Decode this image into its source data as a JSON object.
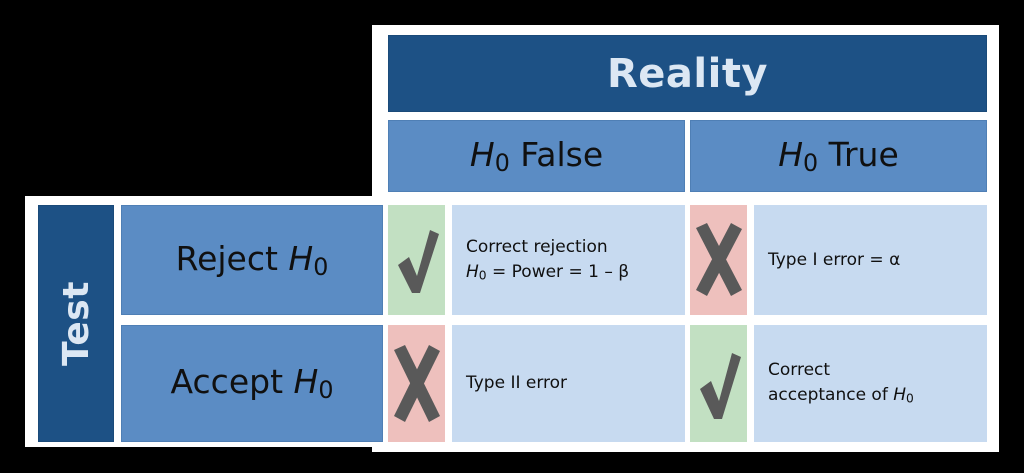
{
  "figure": {
    "title": "Hypothesis testing outcomes matrix",
    "colors": {
      "background": "#000000",
      "card": "#ffffff",
      "header_dark_blue": "#1d5185",
      "header_medium_blue": "#5b8cc4",
      "cell_light_blue": "#c7daf0",
      "swatch_green": "#c2e0c2",
      "swatch_red": "#eec0bd",
      "icon_gray": "#595959",
      "header_text": "#dce7f3",
      "body_text": "#101010"
    }
  },
  "reality": {
    "header_label": "Reality",
    "columns": [
      {
        "id": "h0-false",
        "label_prefix": "H",
        "label_sub": "0",
        "label_suffix": " False",
        "label_plain": "H0 False"
      },
      {
        "id": "h0-true",
        "label_prefix": "H",
        "label_sub": "0",
        "label_suffix": " True",
        "label_plain": "H0 True"
      }
    ]
  },
  "test": {
    "header_label": "Test",
    "rows": [
      {
        "id": "reject-h0",
        "label_prefix": "Reject ",
        "label_sym": "H",
        "label_sub": "0",
        "label_plain": "Reject H0"
      },
      {
        "id": "accept-h0",
        "label_prefix": "Accept ",
        "label_sym": "H",
        "label_sub": "0",
        "label_plain": "Accept H0"
      }
    ]
  },
  "cells": {
    "reject_false": {
      "icon": "check-icon",
      "icon_verdict": "correct",
      "swatch_color": "#c2e0c2",
      "line1": "Correct rejection",
      "line2_sym": "H",
      "line2_sub": "0",
      "line2_rest": " = Power = 1 –  β",
      "text_plain": "Correct rejection H0 = Power = 1 – β"
    },
    "reject_true": {
      "icon": "cross-icon",
      "icon_verdict": "error",
      "swatch_color": "#eec0bd",
      "line1": "Type I error = α",
      "text_plain": "Type I error = α"
    },
    "accept_false": {
      "icon": "cross-icon",
      "icon_verdict": "error",
      "swatch_color": "#eec0bd",
      "line1": "Type II error",
      "text_plain": "Type II error"
    },
    "accept_true": {
      "icon": "check-icon",
      "icon_verdict": "correct",
      "swatch_color": "#c2e0c2",
      "line1": "Correct",
      "line2_prefix": "acceptance of ",
      "line2_sym": "H",
      "line2_sub": "0",
      "text_plain": "Correct acceptance of H0"
    }
  }
}
